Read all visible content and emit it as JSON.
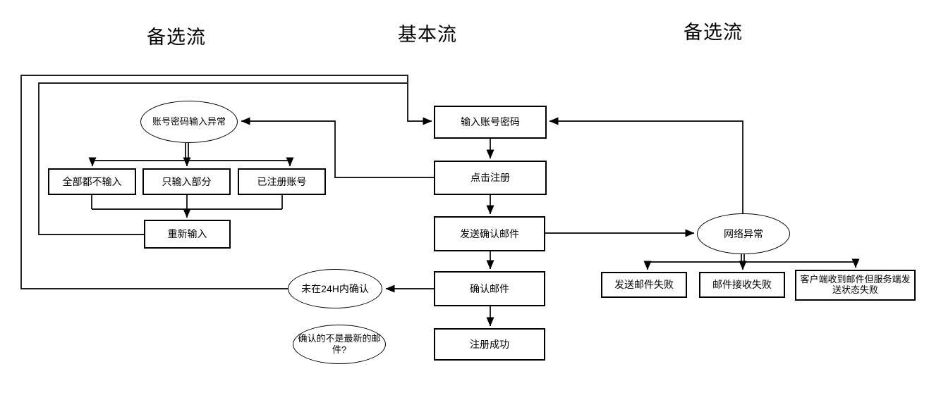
{
  "titles": {
    "left": "备选流",
    "center": "基本流",
    "right": "备选流"
  },
  "colors": {
    "background": "#ffffff",
    "stroke": "#000000",
    "node_fill": "#ffffff",
    "text": "#000000"
  },
  "nodes": {
    "enter_credentials": {
      "label": "输入账号密码",
      "shape": "rect"
    },
    "click_register": {
      "label": "点击注册",
      "shape": "rect"
    },
    "send_confirm_email": {
      "label": "发送确认邮件",
      "shape": "rect"
    },
    "confirm_email": {
      "label": "确认邮件",
      "shape": "rect"
    },
    "register_success": {
      "label": "注册成功",
      "shape": "rect"
    },
    "credential_input_error": {
      "label": "账号密码输入异常",
      "shape": "ellipse"
    },
    "none_entered": {
      "label": "全部都不输入",
      "shape": "rect"
    },
    "partial_entered": {
      "label": "只输入部分",
      "shape": "rect"
    },
    "registered_account": {
      "label": "已注册账号",
      "shape": "rect"
    },
    "re_enter": {
      "label": "重新输入",
      "shape": "rect"
    },
    "not_confirmed_24h": {
      "label": "未在24H内确认",
      "shape": "ellipse"
    },
    "confirmed_not_latest": {
      "label": "确认的不是最新的邮件?",
      "shape": "ellipse"
    },
    "network_error": {
      "label": "网络异常",
      "shape": "ellipse"
    },
    "send_mail_failed": {
      "label": "发送邮件失败",
      "shape": "rect"
    },
    "mail_receive_failed": {
      "label": "邮件接收失败",
      "shape": "rect"
    },
    "client_received_server_failed": {
      "label": "客户端收到邮件但服务端发送状态失败",
      "shape": "rect"
    }
  }
}
